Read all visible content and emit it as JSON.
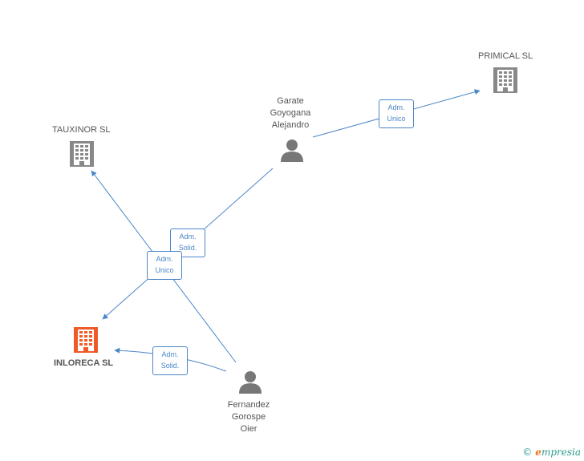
{
  "colors": {
    "edge": "#4a86c8",
    "company": "#888888",
    "main_company": "#f05a28",
    "person": "#777777"
  },
  "nodes": {
    "primical": {
      "label": "PRIMICAL SL",
      "icon": "building-icon"
    },
    "tauxinor": {
      "label": "TAUXINOR SL",
      "icon": "building-icon"
    },
    "inloreca": {
      "label": "INLORECA SL",
      "icon": "building-icon"
    },
    "garate": {
      "line1": "Garate",
      "line2": "Goyogana",
      "line3": "Alejandro",
      "icon": "person-icon"
    },
    "fernandez": {
      "line1": "Fernandez",
      "line2": "Gorospe",
      "line3": "Oier",
      "icon": "person-icon"
    }
  },
  "edges": {
    "garate_primical": {
      "line1": "Adm.",
      "line2": "Unico"
    },
    "garate_inloreca": {
      "line1": "Adm.",
      "line2": "Solid."
    },
    "fernandez_tauxinor": {
      "line1": "Adm.",
      "line2": "Unico"
    },
    "fernandez_inloreca": {
      "line1": "Adm.",
      "line2": "Solid."
    }
  },
  "brand": {
    "copyright": "©",
    "initial": "e",
    "name": "mpresia"
  }
}
